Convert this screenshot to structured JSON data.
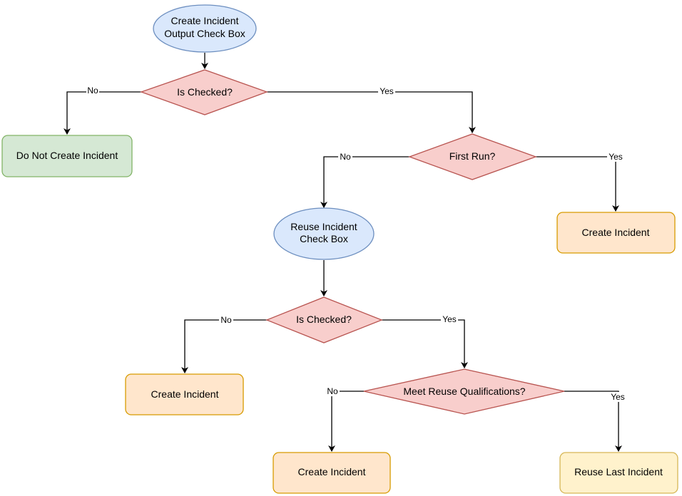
{
  "colors": {
    "ellipse_fill": "#dae8fc",
    "ellipse_stroke": "#6c8ebf",
    "decision_fill": "#f8cecc",
    "decision_stroke": "#b85450",
    "green_fill": "#d5e8d4",
    "green_stroke": "#82b366",
    "orange_fill": "#ffe6cc",
    "orange_stroke": "#d79b00",
    "yellow_fill": "#fff2cc",
    "yellow_stroke": "#d6b656",
    "edge": "#000000"
  },
  "nodes": {
    "start": {
      "line1": "Create Incident",
      "line2": "Output Check Box"
    },
    "is_checked_1": {
      "label": "Is Checked?"
    },
    "do_not_create": {
      "label": "Do Not Create Incident"
    },
    "first_run": {
      "label": "First Run?"
    },
    "create_incident_first": {
      "label": "Create Incident"
    },
    "reuse_box": {
      "line1": "Reuse Incident",
      "line2": "Check Box"
    },
    "is_checked_2": {
      "label": "Is Checked?"
    },
    "create_incident_no_reuse": {
      "label": "Create Incident"
    },
    "meet_qual": {
      "label": "Meet Reuse Qualifications?"
    },
    "create_incident_not_qualified": {
      "label": "Create Incident"
    },
    "reuse_last": {
      "label": "Reuse Last Incident"
    }
  },
  "edges": {
    "e1_no": "No",
    "e1_yes": "Yes",
    "e2_no": "No",
    "e2_yes": "Yes",
    "e3_no": "No",
    "e3_yes": "Yes",
    "e4_no": "No",
    "e4_yes": "Yes"
  }
}
